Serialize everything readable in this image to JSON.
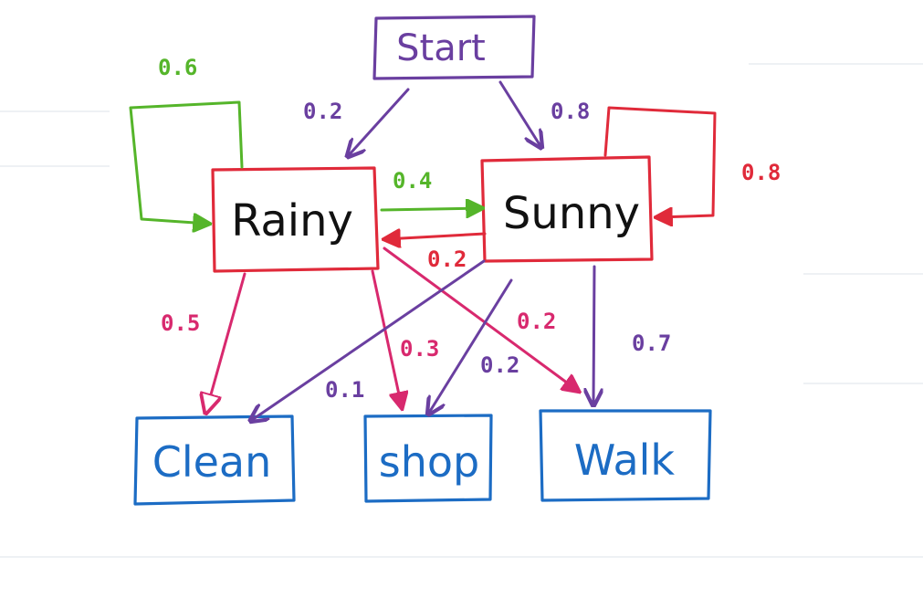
{
  "colors": {
    "start": "#6a3fa0",
    "hidden": "#e02a3a",
    "observed": "#1c6cc4",
    "self_rainy": "#55b52a",
    "rainy_to_sunny": "#55b52a",
    "sunny_to_rainy": "#e02a3a",
    "emission_rainy": "#d8296e",
    "emission_sunny": "#6a3fa0"
  },
  "nodes": {
    "start": "Start",
    "rainy": "Rainy",
    "sunny": "Sunny",
    "clean": "Clean",
    "shop": "shop",
    "walk": "Walk"
  },
  "probabilities": {
    "start_to_rainy": "0.2",
    "start_to_sunny": "0.8",
    "rainy_to_rainy": "0.6",
    "sunny_to_sunny": "0.8",
    "rainy_to_sunny": "0.4",
    "sunny_to_rainy": "0.2",
    "rainy_to_clean": "0.5",
    "rainy_to_shop": "0.3",
    "rainy_to_walk": "0.2",
    "sunny_to_clean": "0.1",
    "sunny_to_shop": "0.2",
    "sunny_to_walk": "0.7"
  }
}
